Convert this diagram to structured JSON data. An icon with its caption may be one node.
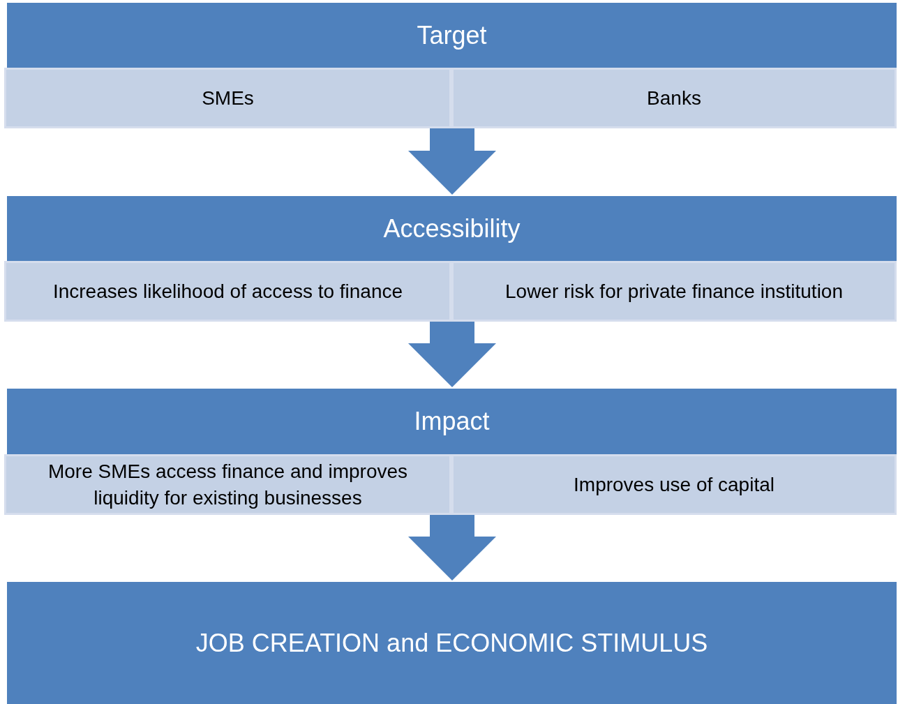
{
  "diagram": {
    "nodes": [
      {
        "text": [
          "Target"
        ]
      },
      {
        "text": [
          "SMEs"
        ],
        "in": 0
      },
      {
        "text": [
          "Banks"
        ],
        "in": 0
      },
      {
        "text": [
          "Accessibility"
        ]
      },
      {
        "text": [
          "Increases likelihood of access to finance"
        ],
        "in": 3
      },
      {
        "text": [
          "Lower risk for private finance institution"
        ],
        "in": 3
      },
      {
        "text": [
          "Impact"
        ]
      },
      {
        "text": [
          "More SMEs access finance and improves liquidity for existing businesses"
        ],
        "in": 6
      },
      {
        "text": [
          "Improves use of capital"
        ],
        "in": 6
      },
      {
        "text": [
          "JOB CREATION and ECONOMIC STIMULUS"
        ]
      }
    ],
    "edges": [
      {
        "from": 0,
        "to": 3,
        "arrow": "to"
      },
      {
        "from": 3,
        "to": 6,
        "arrow": "to"
      },
      {
        "from": 6,
        "to": 9,
        "arrow": "to"
      }
    ]
  }
}
